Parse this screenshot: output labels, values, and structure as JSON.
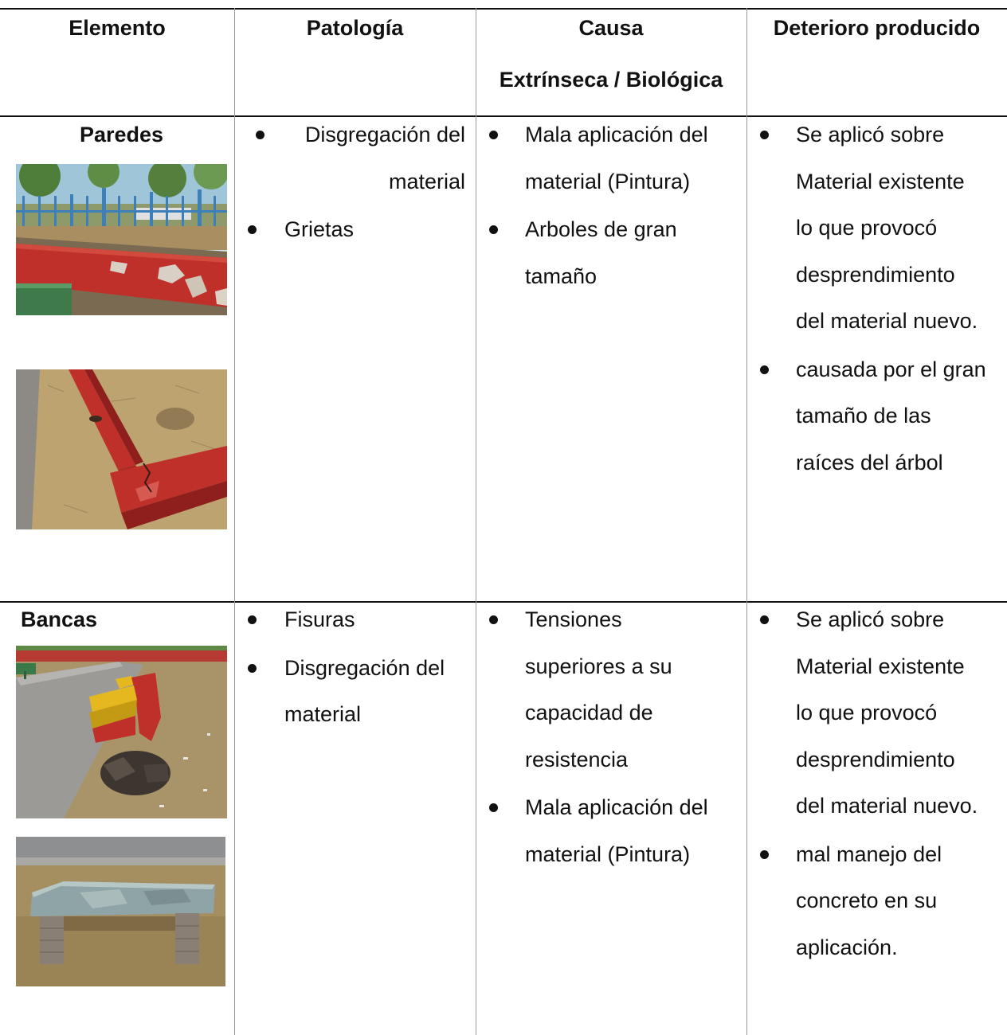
{
  "headers": {
    "elemento": "Elemento",
    "patologia": "Patología",
    "causa_line1": "Causa",
    "causa_line2": "Extrínseca / Biológica",
    "deterioro": "Deterioro producido"
  },
  "rows": [
    {
      "elemento": "Paredes",
      "patologia": [
        [
          "Disgregación del",
          "material"
        ],
        [
          "Grietas"
        ]
      ],
      "causa": [
        [
          "Mala aplicación del",
          "material (Pintura)"
        ],
        [
          "Arboles de gran",
          "tamaño"
        ]
      ],
      "deterioro": [
        [
          "Se aplicó sobre",
          "Material existente",
          "lo que provocó",
          "desprendimiento",
          "del material nuevo."
        ],
        [
          "causada por el gran",
          "tamaño de las",
          "raíces del árbol"
        ]
      ]
    },
    {
      "elemento": "Bancas",
      "patologia": [
        [
          "Fisuras"
        ],
        [
          "Disgregación del",
          "material"
        ]
      ],
      "causa": [
        [
          "Tensiones",
          "superiores a su",
          "capacidad de",
          "resistencia"
        ],
        [
          "Mala aplicación del",
          "material (Pintura)"
        ]
      ],
      "deterioro": [
        [
          "Se aplicó sobre",
          "Material existente",
          "lo que provocó",
          "desprendimiento",
          "del material nuevo."
        ],
        [
          "mal manejo del",
          "concreto en su",
          "aplicación."
        ]
      ]
    }
  ],
  "colors": {
    "wall_red": "#c0302a",
    "bench_yellow": "#e6b820",
    "dry_grass": "#b49a68",
    "fence_blue": "#3d7fb8"
  }
}
